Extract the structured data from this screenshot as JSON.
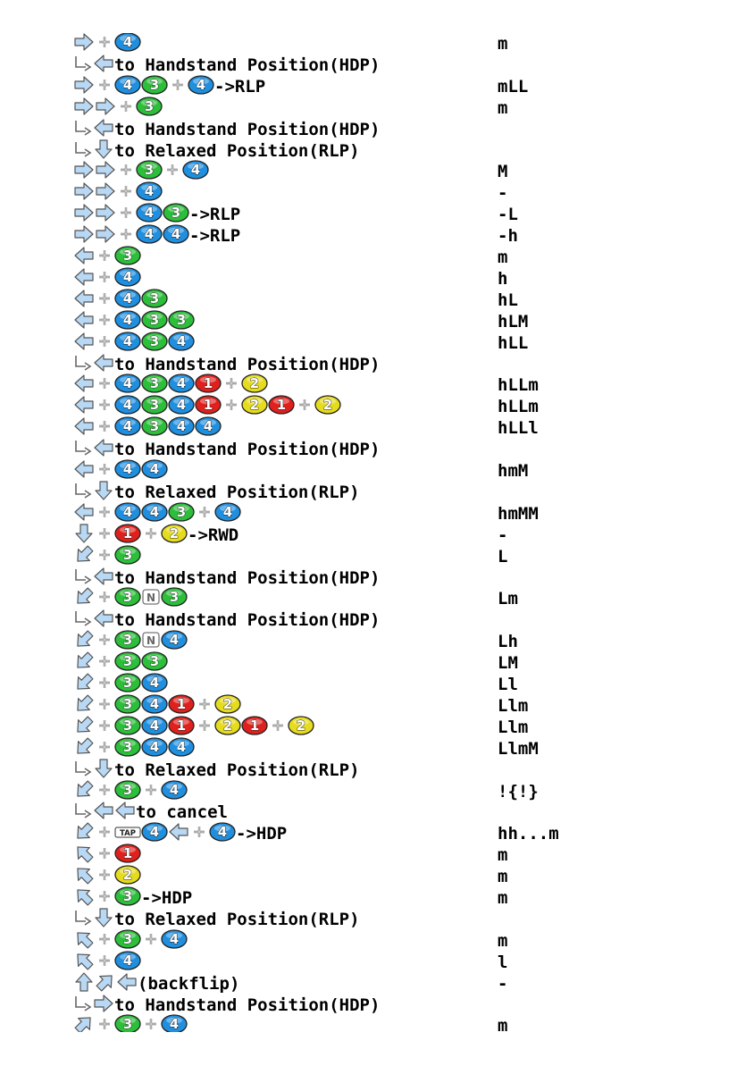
{
  "rows": [
    {
      "cmd": [
        "ra",
        "p",
        "b4"
      ],
      "damage": "m"
    },
    {
      "cmd": [
        "sub",
        "la",
        "t:to Handstand Position(HDP)"
      ],
      "damage": ""
    },
    {
      "cmd": [
        "ra",
        "p",
        "b4",
        "g3",
        "p",
        "b4",
        "t:->RLP"
      ],
      "damage": "mLL"
    },
    {
      "cmd": [
        "ra",
        "ra",
        "p",
        "g3"
      ],
      "damage": "m"
    },
    {
      "cmd": [
        "sub",
        "la",
        "t:to Handstand Position(HDP)"
      ],
      "damage": ""
    },
    {
      "cmd": [
        "sub",
        "da",
        "t:to Relaxed Position(RLP)"
      ],
      "damage": ""
    },
    {
      "cmd": [
        "ra",
        "ra",
        "p",
        "g3",
        "p",
        "b4"
      ],
      "damage": "M"
    },
    {
      "cmd": [
        "ra",
        "ra",
        "p",
        "b4"
      ],
      "damage": "-"
    },
    {
      "cmd": [
        "ra",
        "ra",
        "p",
        "b4",
        "g3",
        "t:->RLP"
      ],
      "damage": "-L"
    },
    {
      "cmd": [
        "ra",
        "ra",
        "p",
        "b4",
        "b4",
        "t:->RLP"
      ],
      "damage": "-h"
    },
    {
      "cmd": [
        "la",
        "p",
        "g3"
      ],
      "damage": "m"
    },
    {
      "cmd": [
        "la",
        "p",
        "b4"
      ],
      "damage": "h"
    },
    {
      "cmd": [
        "la",
        "p",
        "b4",
        "g3"
      ],
      "damage": "hL"
    },
    {
      "cmd": [
        "la",
        "p",
        "b4",
        "g3",
        "g3"
      ],
      "damage": "hLM"
    },
    {
      "cmd": [
        "la",
        "p",
        "b4",
        "g3",
        "b4"
      ],
      "damage": "hLL"
    },
    {
      "cmd": [
        "sub",
        "la",
        "t:to Handstand Position(HDP)"
      ],
      "damage": ""
    },
    {
      "cmd": [
        "la",
        "p",
        "b4",
        "g3",
        "b4",
        "r1",
        "p",
        "y2"
      ],
      "damage": "hLLm"
    },
    {
      "cmd": [
        "la",
        "p",
        "b4",
        "g3",
        "b4",
        "r1",
        "p",
        "y2",
        "r1",
        "p",
        "y2"
      ],
      "damage": "hLLm"
    },
    {
      "cmd": [
        "la",
        "p",
        "b4",
        "g3",
        "b4",
        "b4"
      ],
      "damage": "hLLl"
    },
    {
      "cmd": [
        "sub",
        "la",
        "t:to Handstand Position(HDP)"
      ],
      "damage": ""
    },
    {
      "cmd": [
        "la",
        "p",
        "b4",
        "b4"
      ],
      "damage": "hmM"
    },
    {
      "cmd": [
        "sub",
        "da",
        "t:to Relaxed Position(RLP)"
      ],
      "damage": ""
    },
    {
      "cmd": [
        "la",
        "p",
        "b4",
        "b4",
        "g3",
        "p",
        "b4"
      ],
      "damage": "hmMM"
    },
    {
      "cmd": [
        "da",
        "p",
        "r1",
        "p",
        "y2",
        "t:->RWD"
      ],
      "damage": "-"
    },
    {
      "cmd": [
        "dl",
        "p",
        "g3"
      ],
      "damage": "L"
    },
    {
      "cmd": [
        "sub",
        "la",
        "t:to Handstand Position(HDP)"
      ],
      "damage": ""
    },
    {
      "cmd": [
        "dl",
        "p",
        "g3",
        "n",
        "g3"
      ],
      "damage": "Lm"
    },
    {
      "cmd": [
        "sub",
        "la",
        "t:to Handstand Position(HDP)"
      ],
      "damage": ""
    },
    {
      "cmd": [
        "dl",
        "p",
        "g3",
        "n",
        "b4"
      ],
      "damage": "Lh"
    },
    {
      "cmd": [
        "dl",
        "p",
        "g3",
        "g3"
      ],
      "damage": "LM"
    },
    {
      "cmd": [
        "dl",
        "p",
        "g3",
        "b4"
      ],
      "damage": "Ll"
    },
    {
      "cmd": [
        "dl",
        "p",
        "g3",
        "b4",
        "r1",
        "p",
        "y2"
      ],
      "damage": "Llm"
    },
    {
      "cmd": [
        "dl",
        "p",
        "g3",
        "b4",
        "r1",
        "p",
        "y2",
        "r1",
        "p",
        "y2"
      ],
      "damage": "Llm"
    },
    {
      "cmd": [
        "dl",
        "p",
        "g3",
        "b4",
        "b4"
      ],
      "damage": "LlmM"
    },
    {
      "cmd": [
        "sub",
        "da",
        "t:to Relaxed Position(RLP)"
      ],
      "damage": ""
    },
    {
      "cmd": [
        "dl",
        "p",
        "g3",
        "p",
        "b4"
      ],
      "damage": "!{!}"
    },
    {
      "cmd": [
        "sub",
        "la",
        "la",
        "t:to cancel"
      ],
      "damage": ""
    },
    {
      "cmd": [
        "dl",
        "p",
        "tap",
        "b4",
        "la",
        "p",
        "b4",
        "t:->HDP"
      ],
      "damage": "hh...m"
    },
    {
      "cmd": [
        "ul",
        "p",
        "r1"
      ],
      "damage": "m"
    },
    {
      "cmd": [
        "ul",
        "p",
        "y2"
      ],
      "damage": "m"
    },
    {
      "cmd": [
        "ul",
        "p",
        "g3",
        "t:->HDP"
      ],
      "damage": "m"
    },
    {
      "cmd": [
        "sub",
        "da",
        "t:to Relaxed Position(RLP)"
      ],
      "damage": ""
    },
    {
      "cmd": [
        "ul",
        "p",
        "g3",
        "p",
        "b4"
      ],
      "damage": "m"
    },
    {
      "cmd": [
        "ul",
        "p",
        "b4"
      ],
      "damage": "l"
    },
    {
      "cmd": [
        "ua",
        "ur",
        "la",
        "t:(backflip)"
      ],
      "damage": "-"
    },
    {
      "cmd": [
        "sub",
        "ra",
        "t:to Handstand Position(HDP)"
      ],
      "damage": ""
    },
    {
      "cmd": [
        "ur",
        "p",
        "g3",
        "p",
        "b4"
      ],
      "damage": "m"
    }
  ],
  "icons": {
    "ra": "right-arrow-icon",
    "la": "left-arrow-icon",
    "da": "down-arrow-icon",
    "ua": "up-arrow-icon",
    "dl": "down-left-arrow-icon",
    "ul": "up-left-arrow-icon",
    "ur": "up-right-arrow-icon",
    "sub": "sub-arrow-icon",
    "p": "plus-icon",
    "n": "neutral-icon",
    "tap": "tap-icon",
    "b4": "button-4-icon",
    "g3": "button-3-icon",
    "r1": "button-1-icon",
    "y2": "button-2-icon"
  },
  "colors": {
    "b4": "#1f8fe0",
    "g3": "#2bbf3a",
    "r1": "#e0201c",
    "y2": "#e6dc1e",
    "arrow": "#b8d8f4"
  },
  "labels": {
    "b4": "4",
    "g3": "3",
    "r1": "1",
    "y2": "2",
    "n": "N",
    "tap": "TAP"
  }
}
